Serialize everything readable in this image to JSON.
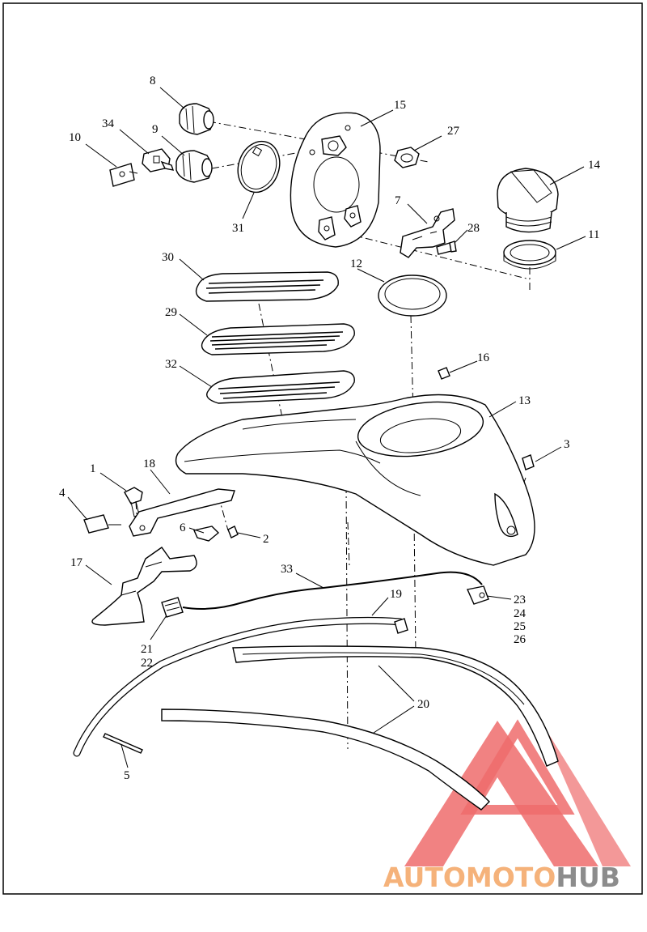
{
  "callouts": {
    "c1": "1",
    "c2": "2",
    "c3": "3",
    "c4": "4",
    "c5": "5",
    "c6": "6",
    "c7": "7",
    "c8": "8",
    "c9": "9",
    "c10": "10",
    "c11": "11",
    "c12": "12",
    "c13": "13",
    "c14": "14",
    "c15": "15",
    "c16": "16",
    "c17": "17",
    "c18": "18",
    "c19": "19",
    "c20": "20",
    "c21": "21",
    "c22": "22",
    "c23": "23",
    "c24": "24",
    "c25": "25",
    "c26": "26",
    "c27": "27",
    "c28": "28",
    "c29": "29",
    "c30": "30",
    "c31": "31",
    "c32": "32",
    "c33": "33",
    "c34": "34"
  },
  "watermark": {
    "brand_part1": "AUTOMOTO",
    "brand_part2": "HUB",
    "logo_color": "#ee6c6c",
    "text_color_1": "#f5b27a",
    "text_color_2": "#8c8c8c"
  }
}
